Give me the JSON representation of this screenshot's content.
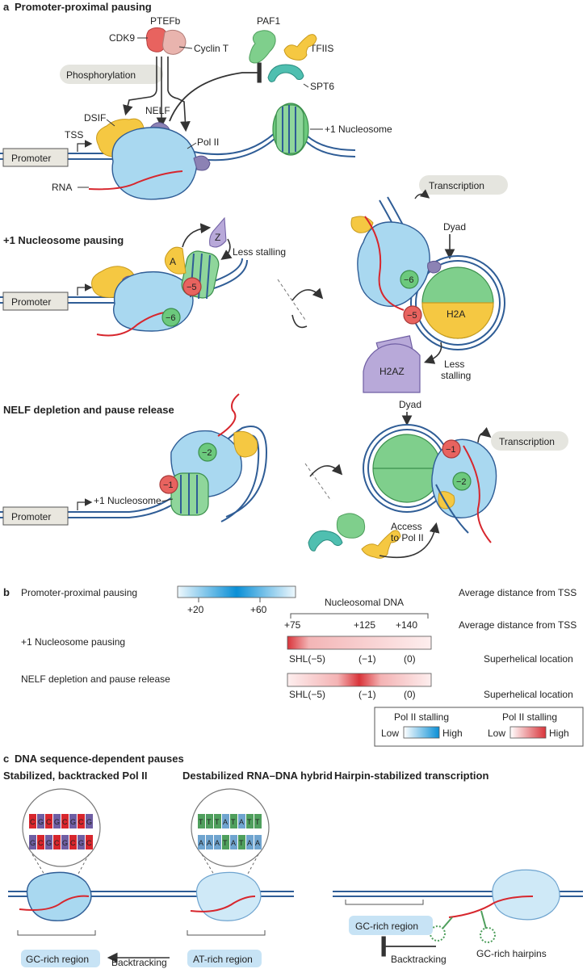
{
  "panel_a": {
    "letter": "a",
    "title": "Promoter-proximal pausing",
    "ptefb": "PTEFb",
    "cdk9": "CDK9",
    "cyclin_t": "Cyclin T",
    "phosphorylation": "Phosphorylation",
    "paf1": "PAF1",
    "tfiis": "TFIIS",
    "spt6": "SPT6",
    "dsif": "DSIF",
    "nelf": "NELF",
    "tss": "TSS",
    "pol2": "Pol II",
    "plus1_nucleosome": "+1 Nucleosome",
    "promoter": "Promoter",
    "rna": "RNA",
    "sub2_title": "+1 Nucleosome pausing",
    "a_label": "A",
    "z_label": "Z",
    "less_stalling": "Less stalling",
    "minus5": "−5",
    "minus6": "−6",
    "transcription": "Transcription",
    "dyad": "Dyad",
    "h2a": "H2A",
    "h2az": "H2AZ",
    "less": "Less",
    "stalling": "stalling",
    "sub3_title": "NELF depletion and pause release",
    "minus1": "−1",
    "minus2": "−2",
    "access": "Access",
    "to_pol2": "to Pol II"
  },
  "panel_b": {
    "letter": "b",
    "row1_label": "Promoter-proximal pausing",
    "row1_ticks": [
      "+20",
      "+60"
    ],
    "avg_distance": "Average distance from TSS",
    "nucleosomal_dna": "Nucleosomal DNA",
    "row2_ticks": [
      "+75",
      "+125",
      "+140"
    ],
    "row2_label": "+1 Nucleosome pausing",
    "shl": [
      "SHL(−5)",
      "(−1)",
      "(0)"
    ],
    "superhelical": "Superhelical location",
    "row3_label": "NELF depletion and pause release",
    "legend": {
      "title": "Pol II stalling",
      "low": "Low",
      "high": "High"
    }
  },
  "panel_c": {
    "letter": "c",
    "title": "DNA sequence-dependent pauses",
    "col1": "Stabilized, backtracked Pol II",
    "col2": "Destabilized RNA–DNA hybrid",
    "col3": "Hairpin-stabilized transcription",
    "gc_letters_top": [
      "C",
      "G",
      "C",
      "G",
      "C",
      "G",
      "C",
      "G"
    ],
    "gc_letters_bottom": [
      "G",
      "C",
      "G",
      "C",
      "G",
      "C",
      "G",
      "C"
    ],
    "at_letters_top": [
      "T",
      "T",
      "T",
      "A",
      "T",
      "A",
      "T",
      "T"
    ],
    "at_letters_bottom": [
      "A",
      "A",
      "A",
      "T",
      "A",
      "T",
      "A",
      "A"
    ],
    "gc_region": "GC-rich region",
    "backtracking": "Backtracking",
    "at_region": "AT-rich region",
    "gc_hairpins": "GC-rich hairpins"
  },
  "colors": {
    "pol2": "#a9d8f0",
    "dsif": "#f5c842",
    "nelf": "#8c82b4",
    "nucleosome": "#6cc97d",
    "dna": "#2f5d96",
    "rna": "#d7262d",
    "stall_blue": "#0a8fd6",
    "stall_red": "#d9343a"
  }
}
